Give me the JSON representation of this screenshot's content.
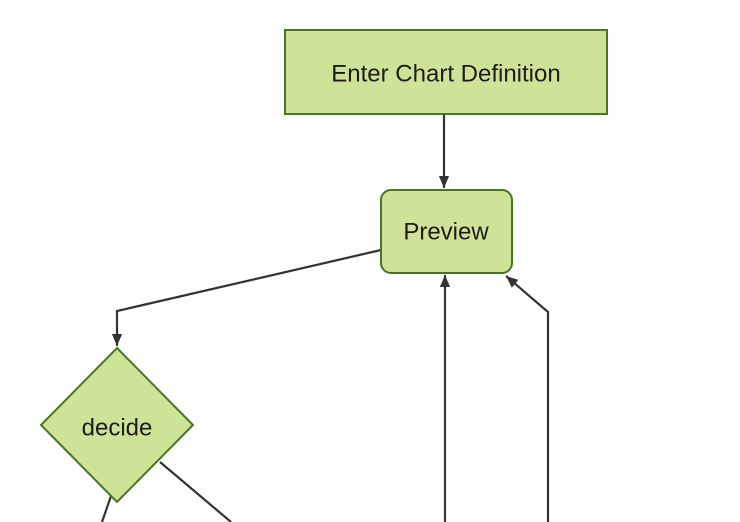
{
  "diagram": {
    "type": "flowchart",
    "direction": "top-down",
    "colors": {
      "background": "#ffffff",
      "node_fill": "#cde498",
      "node_border": "#4a7424",
      "edge_color": "#333333",
      "text_color": "#1c1c1c"
    },
    "nodes": [
      {
        "id": "enter-chart-definition",
        "label": "Enter Chart Definition",
        "shape": "rectangle"
      },
      {
        "id": "preview",
        "label": "Preview",
        "shape": "rounded-rectangle"
      },
      {
        "id": "decide",
        "label": "decide",
        "shape": "diamond"
      }
    ],
    "edges": [
      {
        "from": "enter-chart-definition",
        "to": "preview",
        "arrow": "arrowhead-down"
      },
      {
        "from": "preview",
        "to": "decide",
        "arrow": "arrowhead-down"
      },
      {
        "from": "offscreen-bottom-center",
        "to": "preview",
        "arrow": "arrowhead-up"
      },
      {
        "from": "offscreen-bottom-right",
        "to": "preview",
        "arrow": "arrowhead-up-left"
      },
      {
        "from": "decide",
        "to": "offscreen-bottom-left",
        "arrow": "none-visible"
      },
      {
        "from": "decide",
        "to": "offscreen-bottom-right",
        "arrow": "none-visible"
      }
    ]
  }
}
